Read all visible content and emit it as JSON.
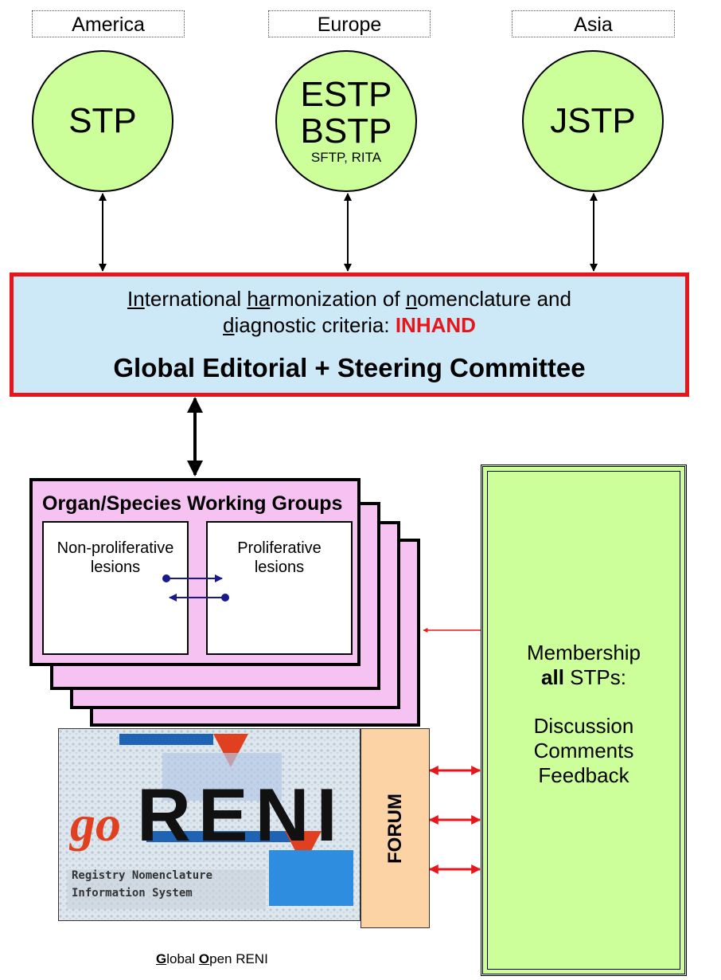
{
  "regions": {
    "america": "America",
    "europe": "Europe",
    "asia": "Asia"
  },
  "societies": {
    "stp": "STP",
    "estp": "ESTP",
    "bstp": "BSTP",
    "europe_small": "SFTP, RITA",
    "jstp": "JSTP"
  },
  "inhand": {
    "line1_u1": "In",
    "line1_t1": "ternational ",
    "line1_u2": "ha",
    "line1_t2": "rmonization of ",
    "line1_u3": "n",
    "line1_t3": "omenclature and",
    "line2_u1": "d",
    "line2_t1": "iagnostic criteria:  ",
    "acronym": "INHAND",
    "committee": "Global Editorial + Steering Committee"
  },
  "working_groups": {
    "title": "Organ/Species Working Groups",
    "left": "Non-proliferative lesions",
    "right": "Proliferative lesions"
  },
  "membership": {
    "line1": "Membership",
    "line2_bold": "all",
    "line2_rest": " STPs:",
    "line3": "Discussion",
    "line4": "Comments",
    "line5": "Feedback"
  },
  "goreni": {
    "go": "go",
    "reni": "RENI",
    "sub1": "Registry Nomenclature",
    "sub2": "Information System"
  },
  "forum": "FORUM",
  "caption": {
    "g": "G",
    "t1": "lobal ",
    "o": "O",
    "t2": "pen RENI"
  },
  "colors": {
    "circle": "#ccff99",
    "inhand_bg": "#cde8f7",
    "inhand_border": "#e8161b",
    "stack": "#f5c2f2",
    "forum": "#fbd3a4",
    "reni_blue": "#1f63b5",
    "reni_red": "#e04020",
    "link_arrow": "#e8161b",
    "wg_arrow": "#1a1a8c"
  }
}
